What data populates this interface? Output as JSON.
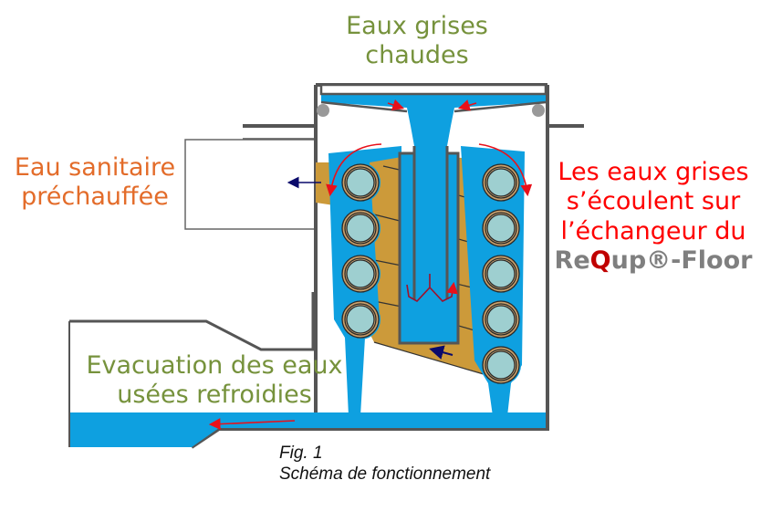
{
  "labels": {
    "hot_greywater": [
      "Eaux grises",
      "chaudes"
    ],
    "preheated_water": [
      "Eau sanitaire",
      "préchauffée"
    ],
    "flow_description": [
      "Les eaux grises",
      "s’écoulent sur",
      "l’échangeur du"
    ],
    "brand": {
      "prefix": "Re",
      "highlight": "Q",
      "suffix": "up®-Floor"
    },
    "cooled_evacuation": [
      "Evacuation des eaux",
      "usées refroidies"
    ]
  },
  "caption": {
    "figure": "Fig. 1",
    "title": "Schéma de fonctionnement"
  },
  "colors": {
    "green_text": "#76923c",
    "orange_text": "#e36c2a",
    "red_text": "#ff0000",
    "brand_gray": "#7f7f7f",
    "brand_q": "#c00000",
    "water_blue": "#0ea0e0",
    "coil_fill": "#9ecfd0",
    "insulation": "#cc9a3a",
    "wall_gray": "#555555",
    "flow_arrow_red": "#e8101a",
    "flow_arrow_navy": "#0a0a6b"
  },
  "coils": {
    "left_count": 4,
    "right_count": 5
  }
}
